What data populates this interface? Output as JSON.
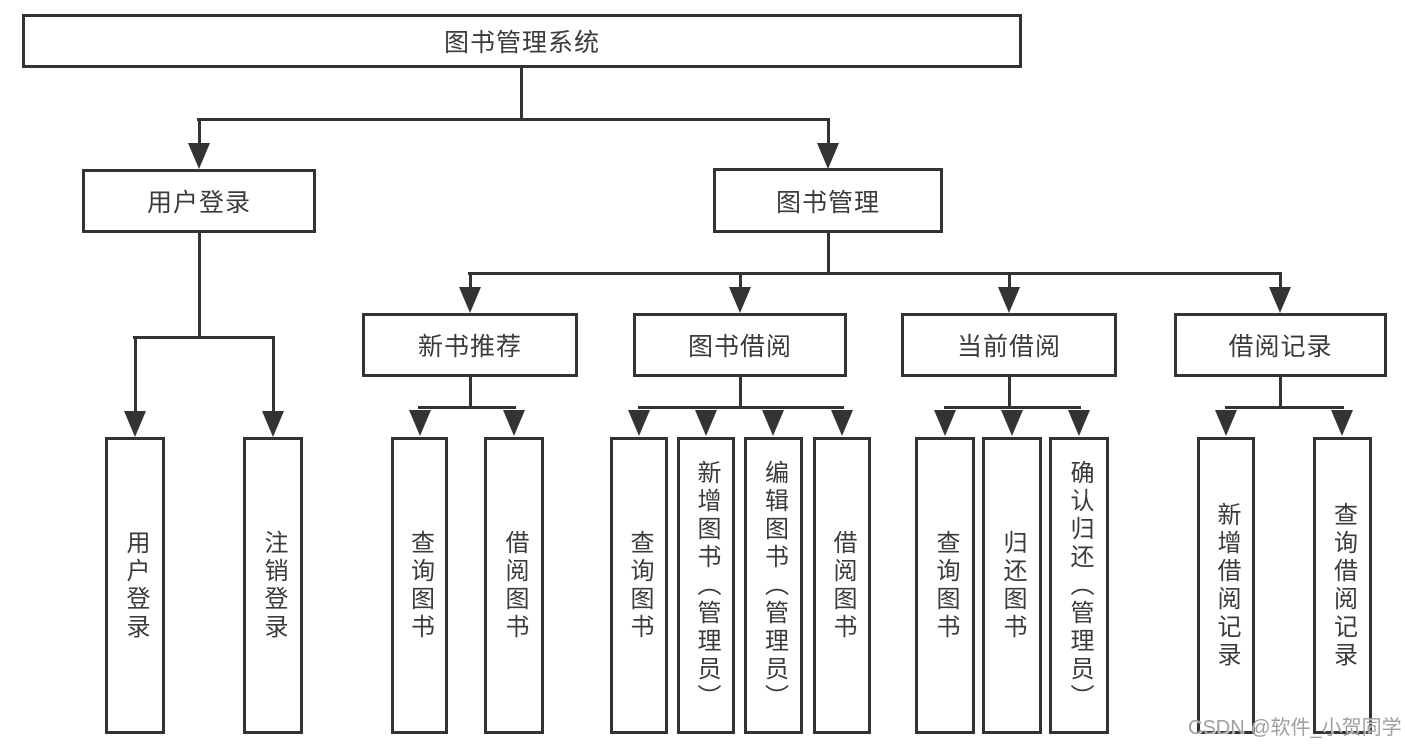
{
  "diagram": {
    "title": "图书管理系统",
    "branches": [
      {
        "label": "用户登录",
        "children": [
          {
            "label": "用户登录"
          },
          {
            "label": "注销登录"
          }
        ]
      },
      {
        "label": "图书管理",
        "children": [
          {
            "label": "新书推荐",
            "children": [
              {
                "label": "查询图书"
              },
              {
                "label": "借阅图书"
              }
            ]
          },
          {
            "label": "图书借阅",
            "children": [
              {
                "label": "查询图书"
              },
              {
                "label": "新增图书（管理员）"
              },
              {
                "label": "编辑图书（管理员）"
              },
              {
                "label": "借阅图书"
              }
            ]
          },
          {
            "label": "当前借阅",
            "children": [
              {
                "label": "查询图书"
              },
              {
                "label": "归还图书"
              },
              {
                "label": "确认归还（管理员）"
              }
            ]
          },
          {
            "label": "借阅记录",
            "children": [
              {
                "label": "新增借阅记录"
              },
              {
                "label": "查询借阅记录"
              }
            ]
          }
        ]
      }
    ]
  },
  "watermark": {
    "text": "CSDN @软件_小贺同学"
  },
  "colors": {
    "background": "#ffffff",
    "line": "#333333",
    "box_border": "#333333",
    "text": "#3b3b3b",
    "watermark": "#9f9f9f"
  }
}
